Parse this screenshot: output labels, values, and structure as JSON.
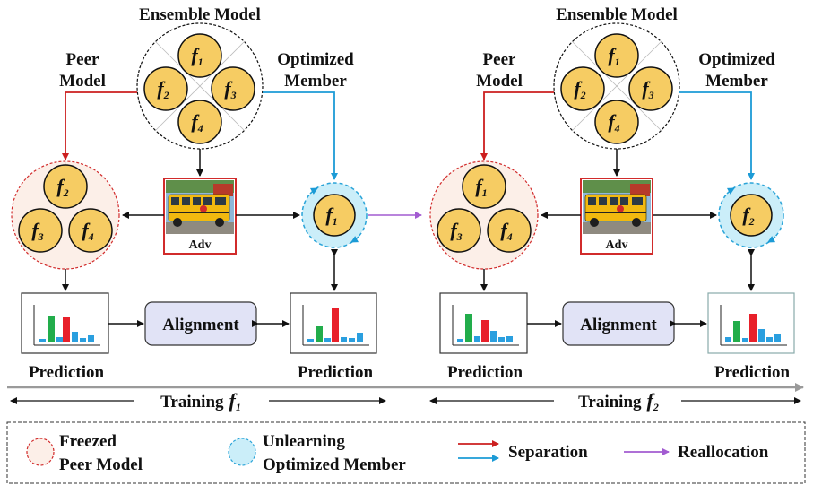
{
  "panels": [
    {
      "ensemble_title": "Ensemble Model",
      "ensemble_members": [
        {
          "f": "f",
          "sub": "1"
        },
        {
          "f": "f",
          "sub": "2"
        },
        {
          "f": "f",
          "sub": "3"
        },
        {
          "f": "f",
          "sub": "4"
        }
      ],
      "peer_title_line1": "Peer",
      "peer_title_line2": "Model",
      "optimized_title_line1": "Optimized",
      "optimized_title_line2": "Member",
      "peer_members": [
        {
          "f": "f",
          "sub": "2"
        },
        {
          "f": "f",
          "sub": "3"
        },
        {
          "f": "f",
          "sub": "4"
        }
      ],
      "optimized_member": {
        "f": "f",
        "sub": "1"
      },
      "adv_label": "Adv",
      "alignment_label": "Alignment",
      "prediction_left": "Prediction",
      "prediction_right": "Prediction",
      "training_text": "Training",
      "training_f": {
        "f": "f",
        "sub": "1"
      }
    },
    {
      "ensemble_title": "Ensemble Model",
      "ensemble_members": [
        {
          "f": "f",
          "sub": "1"
        },
        {
          "f": "f",
          "sub": "2"
        },
        {
          "f": "f",
          "sub": "3"
        },
        {
          "f": "f",
          "sub": "4"
        }
      ],
      "peer_title_line1": "Peer",
      "peer_title_line2": "Model",
      "optimized_title_line1": "Optimized",
      "optimized_title_line2": "Member",
      "peer_members": [
        {
          "f": "f",
          "sub": "1"
        },
        {
          "f": "f",
          "sub": "3"
        },
        {
          "f": "f",
          "sub": "4"
        }
      ],
      "optimized_member": {
        "f": "f",
        "sub": "2"
      },
      "adv_label": "Adv",
      "alignment_label": "Alignment",
      "prediction_left": "Prediction",
      "prediction_right": "Prediction",
      "training_text": "Training",
      "training_f": {
        "f": "f",
        "sub": "2"
      }
    }
  ],
  "legend": {
    "freezed_line1": "Freezed",
    "freezed_line2": "Peer Model",
    "unlearning_line1": "Unlearning",
    "unlearning_line2": "Optimized Member",
    "separation": "Separation",
    "reallocation": "Reallocation"
  },
  "colors": {
    "member_fill": "#f6cc63",
    "peer_fill": "#fcefe8",
    "peer_border": "#d12b2b",
    "opt_fill": "#cbeef9",
    "opt_border": "#2aa4d8",
    "red_arrow": "#cc1f1f",
    "blue_arrow": "#1c9bd6",
    "purple_arrow": "#a25bd1",
    "alignment_fill": "#e1e3f6",
    "bar_green": "#22ad4b",
    "bar_red": "#e8202a",
    "bar_blue": "#2a9fdf"
  }
}
